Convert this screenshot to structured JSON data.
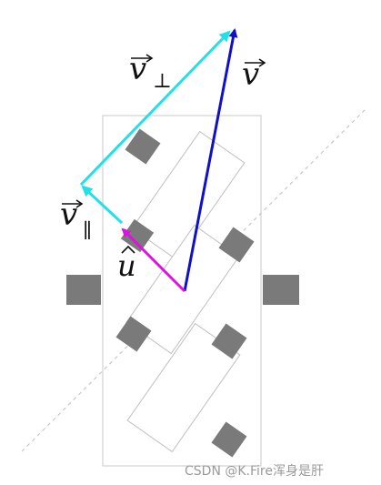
{
  "labels": {
    "v": "v",
    "v_perp_base": "v",
    "v_perp_sub": "⊥",
    "v_par_base": "v",
    "v_par_sub": "∥",
    "u_hat": "u"
  },
  "watermark": "CSDN @K.Fire浑身是肝",
  "colors": {
    "v": "#1010c8",
    "v_perp": "#22e0e8",
    "v_par": "#22e0e8",
    "u_hat": "#e010e0",
    "box_fill": "#7a7a7a",
    "outline": "#c8c8c8"
  }
}
